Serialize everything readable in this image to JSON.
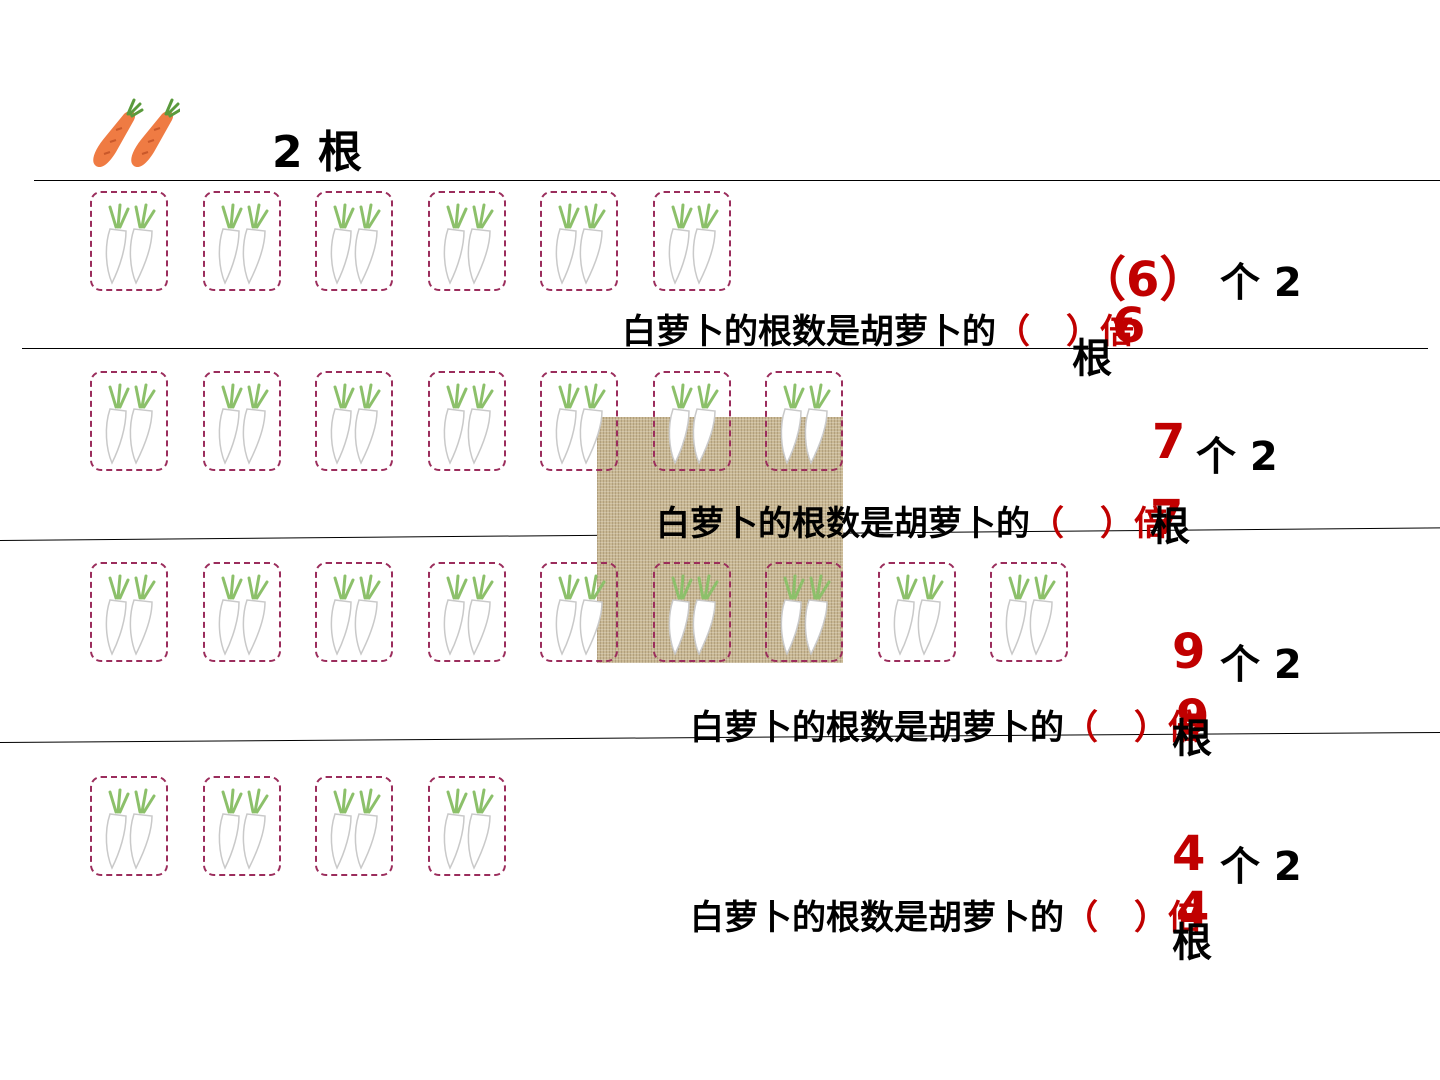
{
  "carrot_group": {
    "icon": "carrot-pair-icon",
    "label": "2 根"
  },
  "rows": [
    {
      "radish_cards": 6,
      "sentence": "白萝卜的根数是胡萝卜的",
      "open_paren": "（",
      "close_paren": "）",
      "answer_in_paren": "6",
      "unit": "倍",
      "count": "6",
      "ge2": "个 2",
      "gen": "根"
    },
    {
      "radish_cards": 7,
      "sentence": "白萝卜的根数是胡萝卜的",
      "open_paren": "（",
      "close_paren": "）",
      "answer_in_paren": "7",
      "unit": "倍",
      "count": "7",
      "ge2": "个 2",
      "gen": "根"
    },
    {
      "radish_cards": 9,
      "sentence": "白萝卜的根数是胡萝卜的",
      "open_paren": "（",
      "close_paren": "）",
      "answer_in_paren": "9",
      "unit": "倍",
      "count": "9",
      "ge2": "个 2",
      "gen": "根"
    },
    {
      "radish_cards": 4,
      "sentence": "白萝卜的根数是胡萝卜的",
      "open_paren": "（",
      "close_paren": "）",
      "answer_in_paren": "4",
      "unit": "倍",
      "count": "4",
      "ge2": "个 2",
      "gen": "根"
    }
  ],
  "colors": {
    "answer": "#c00000",
    "card_border": "#9b2d5c",
    "text": "#000000"
  }
}
